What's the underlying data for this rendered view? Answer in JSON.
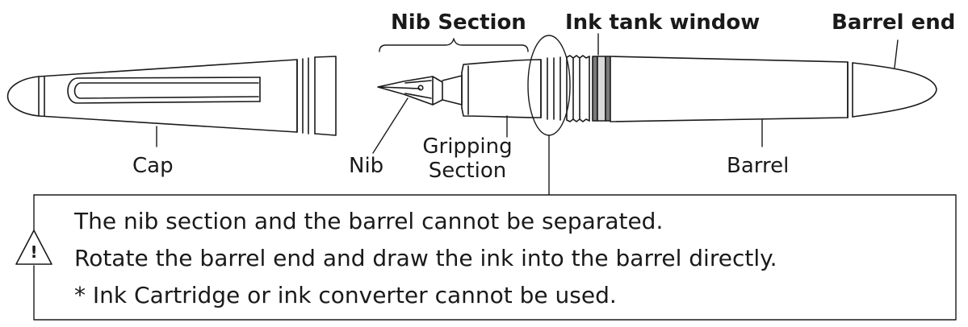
{
  "labels": {
    "nib_section": "Nib Section",
    "ink_tank_window": "Ink tank window",
    "barrel_end": "Barrel end",
    "cap": "Cap",
    "nib": "Nib",
    "gripping_line1": "Gripping",
    "gripping_line2": "Section",
    "barrel": "Barrel"
  },
  "note": {
    "warning_symbol": "!",
    "line1": "The nib section and the barrel cannot be separated.",
    "line2": "Rotate the barrel end and draw the ink into the barrel directly.",
    "line3": "* Ink Cartridge or ink converter cannot be used."
  },
  "icons": {
    "warning": "warning-triangle-icon"
  },
  "colors": {
    "stroke": "#1a1a1a",
    "window_dark": "#7a7a7a",
    "window_light": "#d9d9d9"
  }
}
